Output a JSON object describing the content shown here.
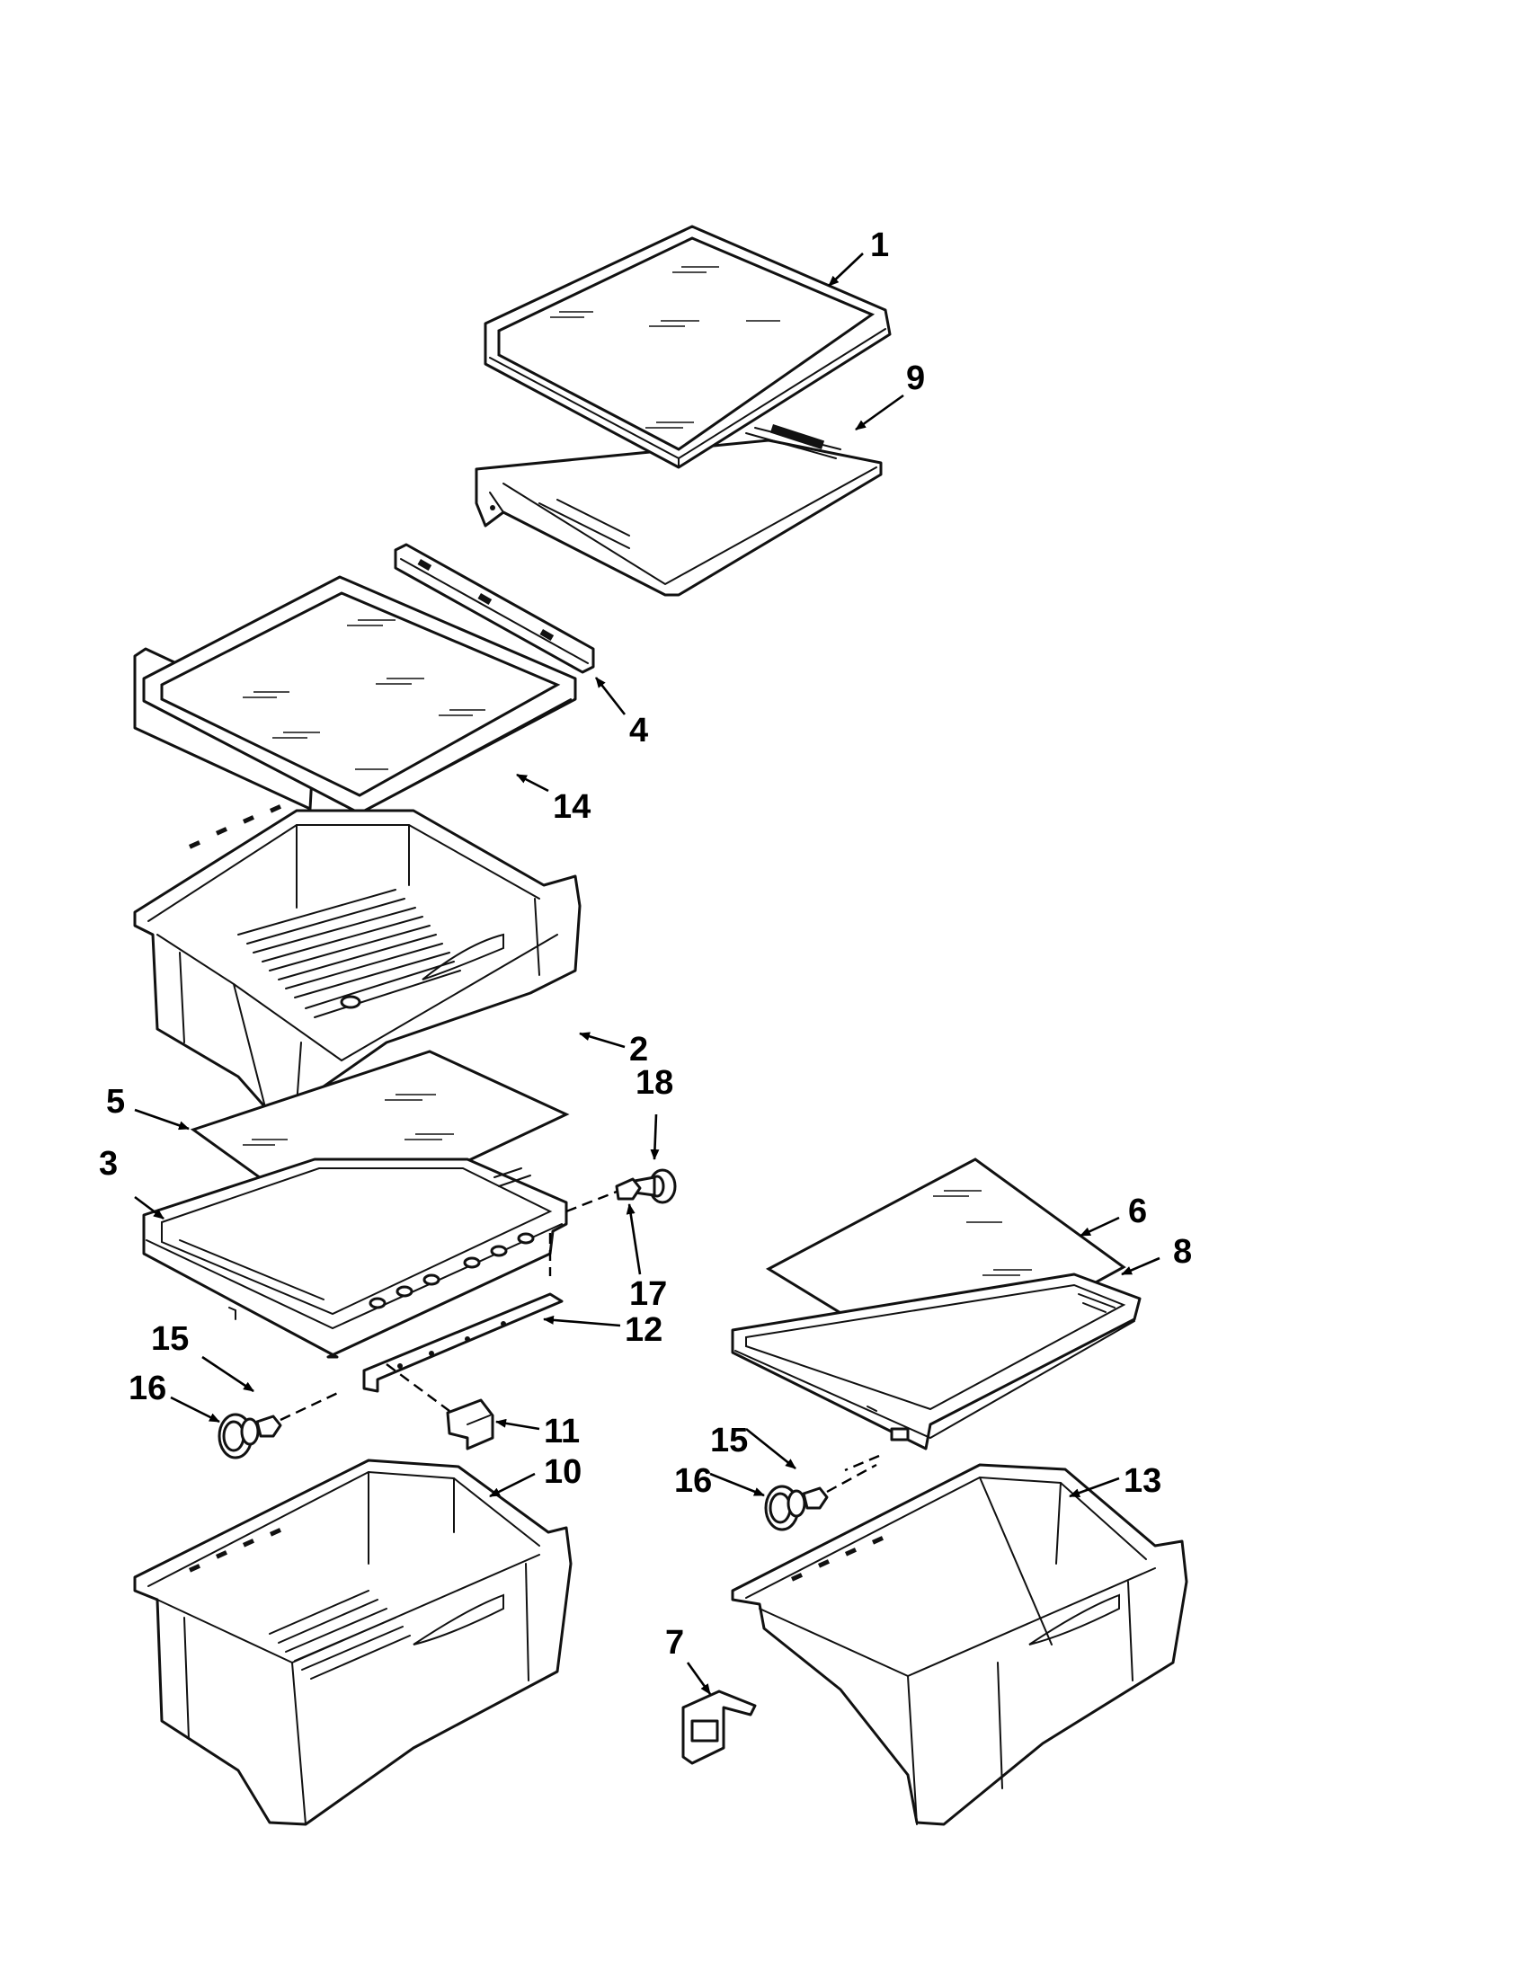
{
  "callouts": {
    "c1": "1",
    "c2": "2",
    "c3": "3",
    "c4": "4",
    "c5": "5",
    "c6": "6",
    "c7": "7",
    "c8": "8",
    "c9": "9",
    "c10": "10",
    "c11": "11",
    "c12": "12",
    "c13": "13",
    "c14": "14",
    "c15a": "15",
    "c15b": "15",
    "c16a": "16",
    "c16b": "16",
    "c17": "17",
    "c18": "18"
  },
  "colors": {
    "line": "#111111",
    "background": "#ffffff"
  }
}
